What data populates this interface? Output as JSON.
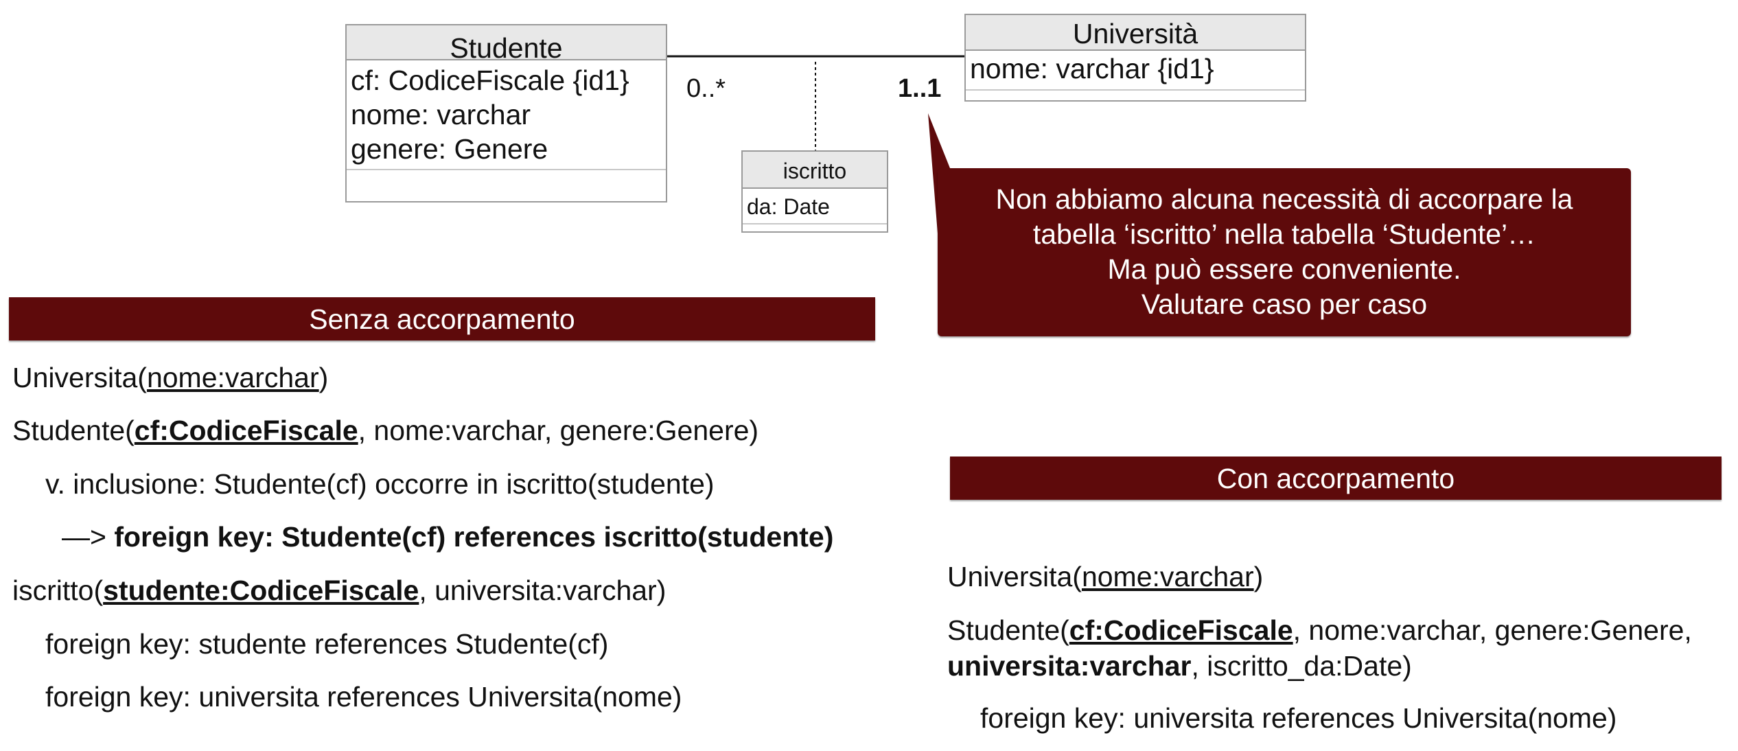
{
  "diagram": {
    "studente": {
      "name": "Studente",
      "attributes": [
        "cf: CodiceFiscale {id1}",
        "nome: varchar",
        "genere: Genere"
      ]
    },
    "universita": {
      "name": "Università",
      "attributes": [
        "nome: varchar {id1}"
      ]
    },
    "iscritto": {
      "name": "iscritto",
      "attributes": [
        "da: Date"
      ]
    },
    "multiplicity_left": "0..*",
    "multiplicity_right": "1..1"
  },
  "callout": {
    "lines": [
      "Non abbiamo alcuna necessità di accorpare la",
      "tabella ‘iscritto’ nella tabella ‘Studente’…",
      "Ma può essere conveniente.",
      "Valutare caso per caso"
    ]
  },
  "colors": {
    "banner": "#5e0a0b",
    "class_header": "#e8e8e8",
    "class_border": "#9a9a9a"
  },
  "senza": {
    "title": "Senza accorpamento",
    "universita": {
      "name": "Universita(",
      "key": "nome:varchar",
      "close": ")"
    },
    "studente": {
      "name": "Studente(",
      "key": "cf:CodiceFiscale",
      "rest": ", nome:varchar, genere:Genere)"
    },
    "inclusione": "v. inclusione: Studente(cf) occorre in iscritto(studente)",
    "fk_arrow": "—>",
    "fk_text": "foreign key: Studente(cf) references iscritto(studente)",
    "iscritto": {
      "name": "iscritto(",
      "key": "studente:CodiceFiscale",
      "rest": ", universita:varchar)"
    },
    "fk1": "foreign key: studente references Studente(cf)",
    "fk2": "foreign key: universita references Universita(nome)"
  },
  "con": {
    "title": "Con accorpamento",
    "universita": {
      "name": "Universita(",
      "key": "nome:varchar",
      "close": ")"
    },
    "studente": {
      "name": "Studente(",
      "key": "cf:CodiceFiscale",
      "rest": ", nome:varchar, genere:Genere,"
    },
    "studente_cont": {
      "bold": "universita:varchar",
      "rest": ", iscritto_da:Date)"
    },
    "fk": "foreign key: universita references Universita(nome)"
  }
}
